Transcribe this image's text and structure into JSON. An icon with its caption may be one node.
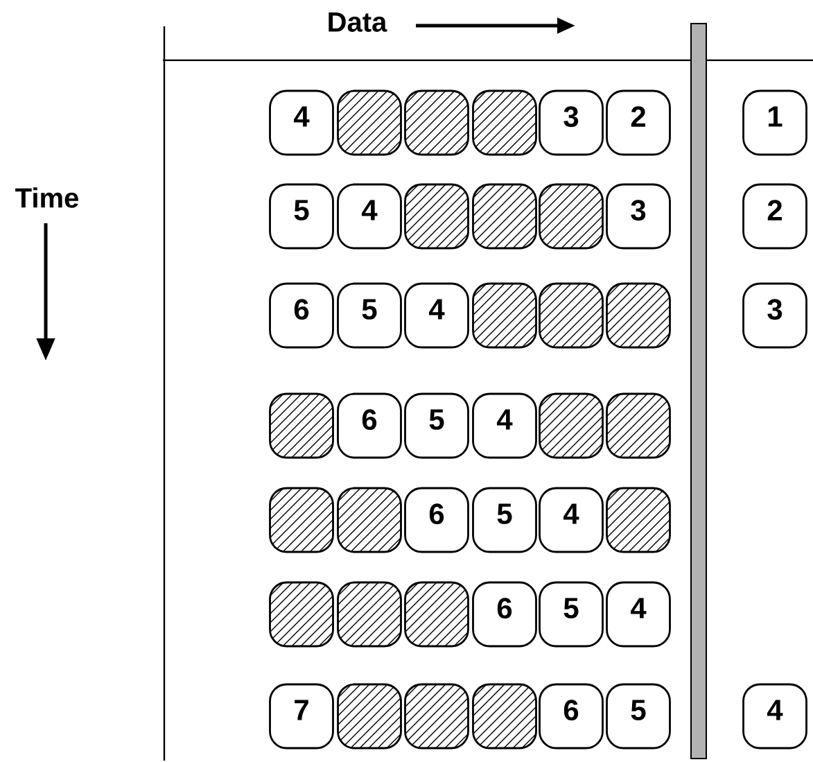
{
  "diagram": {
    "nodes": [
      {
        "text": [
          "4"
        ]
      },
      {
        "text": [],
        "shape": "box"
      },
      {
        "text": [],
        "shape": "box"
      },
      {
        "text": [],
        "shape": "box"
      },
      {
        "text": [
          "3"
        ]
      },
      {
        "text": [
          "2"
        ]
      },
      {
        "text": [
          "1"
        ]
      },
      {
        "text": [
          "5"
        ]
      },
      {
        "text": [
          "4"
        ]
      },
      {
        "text": [],
        "shape": "box"
      },
      {
        "text": [],
        "shape": "box"
      },
      {
        "text": [],
        "shape": "box"
      },
      {
        "text": [
          "3"
        ]
      },
      {
        "text": [
          "2"
        ]
      },
      {
        "text": [
          "6"
        ]
      },
      {
        "text": [
          "5"
        ]
      },
      {
        "text": [
          "4"
        ]
      },
      {
        "text": [],
        "shape": "box"
      },
      {
        "text": [],
        "shape": "box"
      },
      {
        "text": [],
        "shape": "box"
      },
      {
        "text": [
          "3"
        ]
      },
      {
        "text": [],
        "shape": "box"
      },
      {
        "text": [
          "6"
        ]
      },
      {
        "text": [
          "5"
        ]
      },
      {
        "text": [
          "4"
        ]
      },
      {
        "text": [],
        "shape": "box"
      },
      {
        "text": [],
        "shape": "box"
      },
      {
        "text": [],
        "shape": "box"
      },
      {
        "text": [],
        "shape": "box"
      },
      {
        "text": [
          "6"
        ]
      },
      {
        "text": [
          "5"
        ]
      },
      {
        "text": [
          "4"
        ]
      },
      {
        "text": [],
        "shape": "box"
      },
      {
        "text": [],
        "shape": "box"
      },
      {
        "text": [],
        "shape": "box"
      },
      {
        "text": [],
        "shape": "box"
      },
      {
        "text": [
          "6"
        ]
      },
      {
        "text": [
          "5"
        ]
      },
      {
        "text": [
          "4"
        ]
      },
      {
        "text": [
          "7"
        ]
      },
      {
        "text": [],
        "shape": "box"
      },
      {
        "text": [],
        "shape": "box"
      },
      {
        "text": [],
        "shape": "box"
      },
      {
        "text": [
          "6"
        ]
      },
      {
        "text": [
          "5"
        ]
      },
      {
        "text": [
          "4"
        ]
      },
      {
        "text": [],
        "shape": "bar"
      }
    ],
    "labels": [
      "Data",
      "Time"
    ]
  }
}
